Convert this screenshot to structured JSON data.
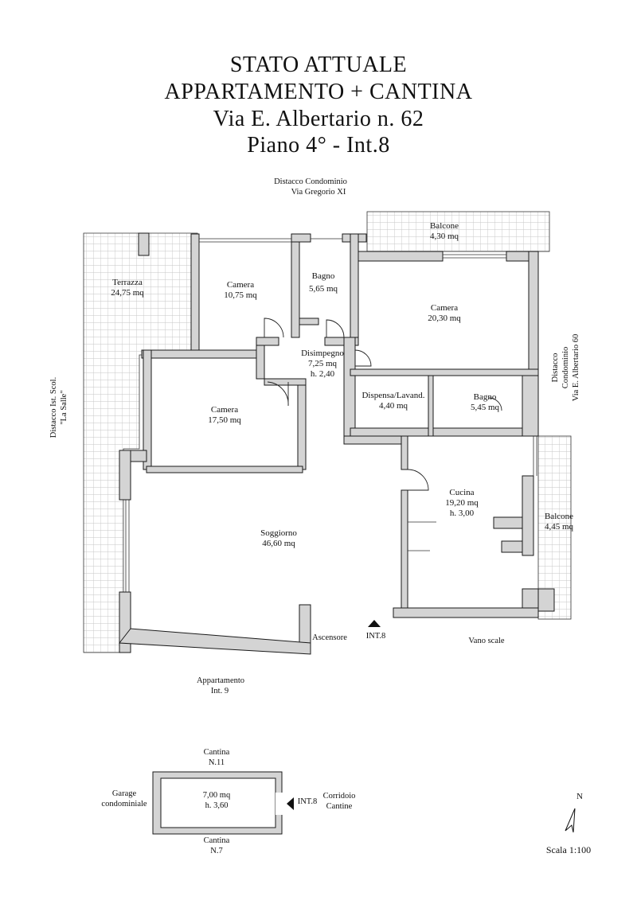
{
  "title": {
    "line1": "STATO ATTUALE",
    "line2": "APPARTAMENTO + CANTINA",
    "line3": "Via E. Albertario n. 62",
    "line4": "Piano 4° - Int.8"
  },
  "surroundings": {
    "north_1": "Distacco Condominio",
    "north_2": "Via Gregorio XI",
    "west_1": "Distacco Ist. Scol.",
    "west_2": "\"La Salle\"",
    "east_1": "Distacco",
    "east_2": "Condominio",
    "east_3": "Via E. Albertario 60",
    "south_1": "Appartamento",
    "south_2": "Int. 9",
    "ascensore": "Ascensore",
    "vano_scale": "Vano scale",
    "entrance": "INT.8"
  },
  "rooms": {
    "balcone_n": {
      "name": "Balcone",
      "area": "4,30 mq"
    },
    "terrazza": {
      "name": "Terrazza",
      "area": "24,75 mq"
    },
    "camera1": {
      "name": "Camera",
      "area": "10,75 mq"
    },
    "bagno1": {
      "name": "Bagno",
      "area": "5,65 mq"
    },
    "camera2": {
      "name": "Camera",
      "area": "20,30 mq"
    },
    "disimpegno": {
      "name": "Disimpegno",
      "area": "7,25 mq",
      "height": "h. 2,40"
    },
    "camera3": {
      "name": "Camera",
      "area": "17,50 mq"
    },
    "dispensa": {
      "name": "Dispensa/Lavand.",
      "area": "4,40 mq"
    },
    "bagno2": {
      "name": "Bagno",
      "area": "5,45 mq"
    },
    "cucina": {
      "name": "Cucina",
      "area": "19,20 mq",
      "height": "h. 3,00"
    },
    "balcone_e": {
      "name": "Balcone",
      "area": "4,45 mq"
    },
    "soggiorno": {
      "name": "Soggiorno",
      "area": "46,60 mq"
    }
  },
  "cantina": {
    "north_1": "Cantina",
    "north_2": "N.11",
    "west_1": "Garage",
    "west_2": "condominiale",
    "area": "7,00 mq",
    "height": "h. 3,60",
    "entrance": "INT.8",
    "east_1": "Corridoio",
    "east_2": "Cantine",
    "south_1": "Cantina",
    "south_2": "N.7"
  },
  "north_label": "N",
  "scale": "Scala 1:100",
  "colors": {
    "wall_fill": "#d4d4d4",
    "line": "#1a1a1a",
    "tile": "#c9c9c9"
  }
}
